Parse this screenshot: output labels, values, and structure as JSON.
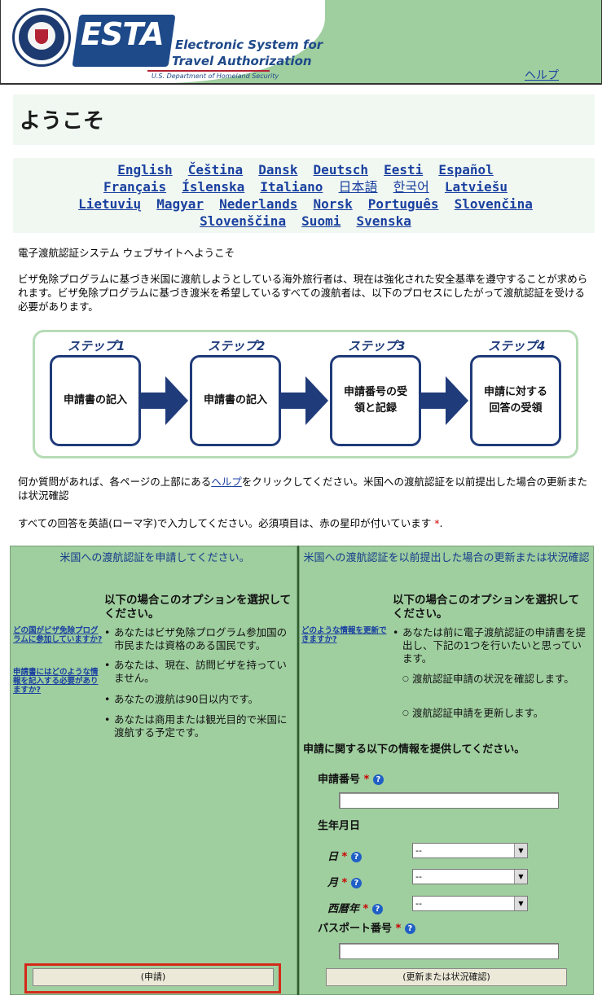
{
  "header": {
    "logo_word": "ESTA",
    "logo_line1": "Electronic System for",
    "logo_line2": "Travel Authorization",
    "logo_dept": "U.S. Department of Homeland Security",
    "help_link": "ヘルプ"
  },
  "welcome_title": "ようこそ",
  "languages": [
    "English",
    "Čeština",
    "Dansk",
    "Deutsch",
    "Eesti",
    "Español",
    "Français",
    "Íslenska",
    "Italiano",
    "日本語",
    "한국어",
    "Latviešu",
    "Lietuvių",
    "Magyar",
    "Nederlands",
    "Norsk",
    "Português",
    "Slovenčina",
    "Slovenščina",
    "Suomi",
    "Svenska"
  ],
  "intro": {
    "line1": "電子渡航認証システム ウェブサイトへようこそ",
    "line2": "ビザ免除プログラムに基づき米国に渡航しようとしている海外旅行者は、現在は強化された安全基準を遵守することが求められます。ビザ免除プログラムに基づき渡米を希望しているすべての渡航者は、以下のプロセスにしたがって渡航認証を受ける必要があります。"
  },
  "steps": [
    {
      "label": "ステップ1",
      "text": "申請書の記入"
    },
    {
      "label": "ステップ2",
      "text": "申請書の記入"
    },
    {
      "label": "ステップ3",
      "text": "申請番号の受領と記録"
    },
    {
      "label": "ステップ4",
      "text": "申請に対する回答の受領"
    }
  ],
  "question": {
    "pre": "何か質問があれば、各ページの上部にある",
    "link": "ヘルプ",
    "post": "をクリックしてください。米国への渡航認証を以前提出した場合の更新または状況確認"
  },
  "required_note": {
    "text": "すべての回答を英語(ローマ字)で入力してください。必須項目は、赤の星印が付いています",
    "star": "*",
    "end": "."
  },
  "left_panel": {
    "title": "米国への渡航認証を申請してください。",
    "subtitle": "以下の場合このオプションを選択してください。",
    "side_link1": "どの国がビザ免除プログラムに参加していますか?",
    "side_link2": "申請書にはどのような情報を記入する必要がありますか?",
    "bullets": [
      "あなたはビザ免除プログラム参加国の市民または資格のある国民です。",
      "あなたは、現在、訪問ビザを持っていません。",
      "あなたの渡航は90日以内です。",
      "あなたは商用または観光目的で米国に渡航する予定です。"
    ],
    "button": "(申請)"
  },
  "right_panel": {
    "title": "米国への渡航認証を以前提出した場合の更新または状況確認",
    "subtitle": "以下の場合このオプションを選択してください。",
    "side_link": "どのような情報を更新できますか?",
    "bullet": "あなたは前に電子渡航認証の申請書を提出し、下記の1つを行いたいと思っています。",
    "sub_bullets": [
      "渡航認証申請の状況を確認します。",
      "渡航認証申請を更新します。"
    ],
    "form_heading": "申請に関する以下の情報を提供してください。",
    "app_number_label": "申請番号",
    "birth_label": "生年月日",
    "day_label": "日",
    "month_label": "月",
    "year_label": "西暦年",
    "select_value": "--",
    "passport_label": "パスポート番号",
    "star": "*",
    "help_glyph": "?",
    "button": "(更新または状況確認)"
  }
}
